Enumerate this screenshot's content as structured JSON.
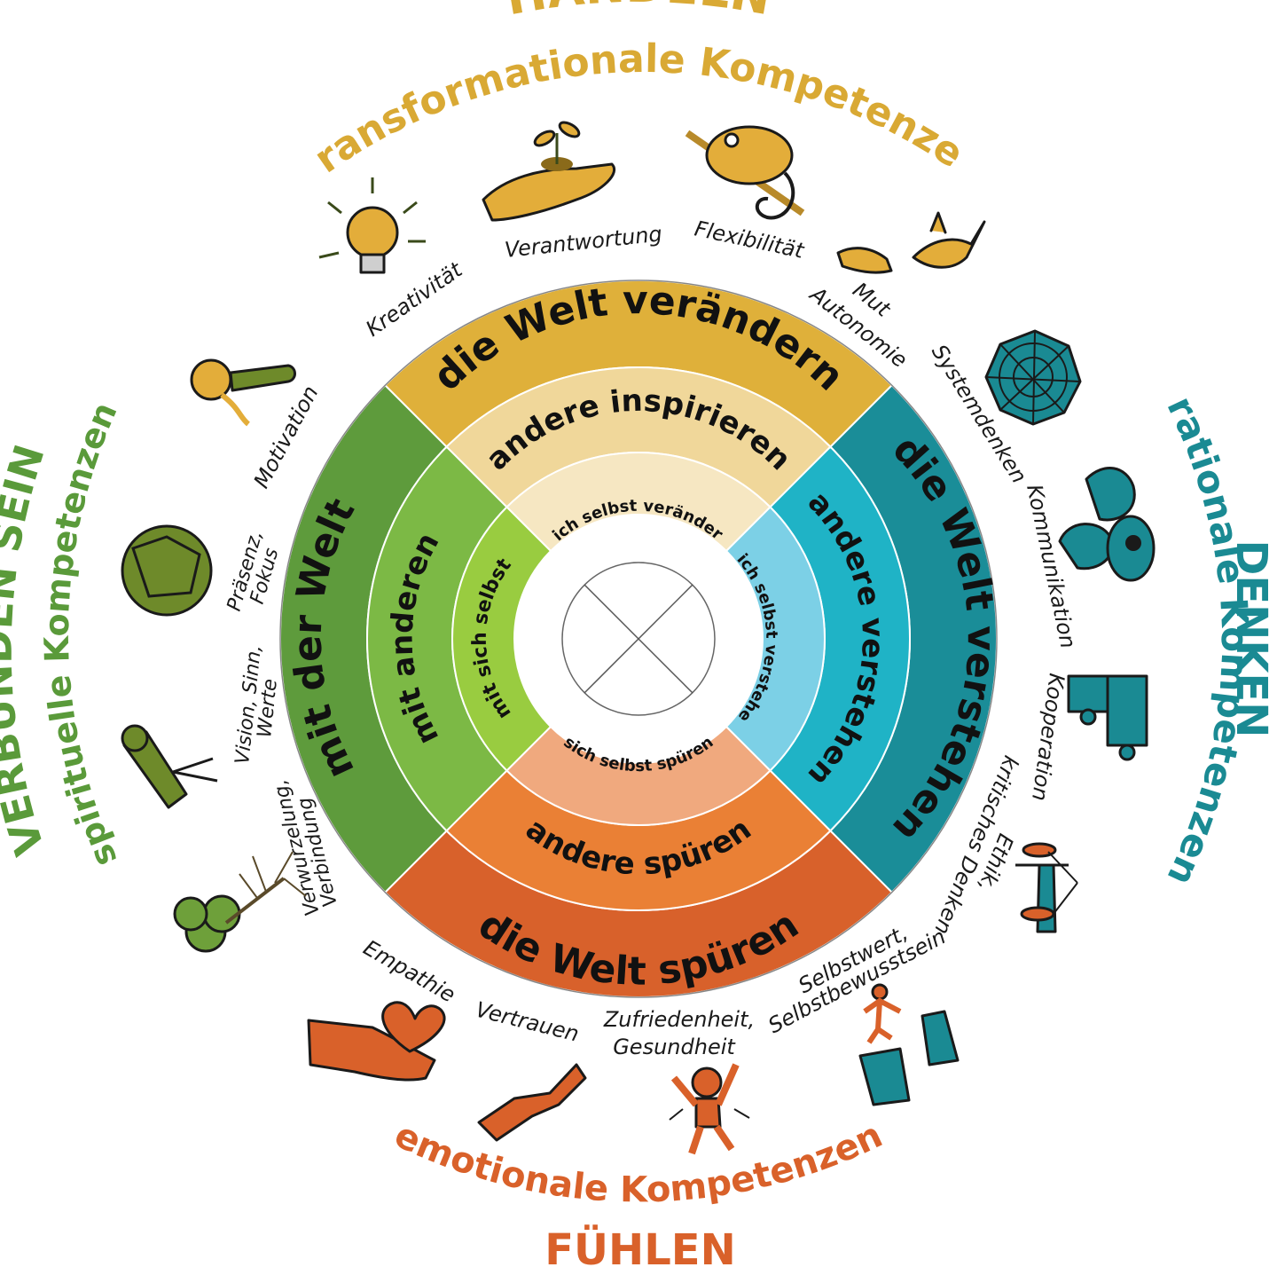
{
  "colors": {
    "handeln": "#d9a934",
    "denken": "#1a8a93",
    "fuehlen": "#d9612a",
    "verbunden": "#5a9a3a",
    "top": [
      "#dfb03a",
      "#f0d79a",
      "#f6e7c2"
    ],
    "right": [
      "#1a8d98",
      "#1fb3c6",
      "#7cd0e6"
    ],
    "bottom": [
      "#d8612b",
      "#ea8035",
      "#f0a97e"
    ],
    "left": [
      "#5e9b3c",
      "#7cb945",
      "#99cc40"
    ]
  },
  "headings": {
    "handeln_title": "HANDELN",
    "handeln_sub": "transformationale Kompetenzen",
    "denken_title": "DENKEN",
    "denken_sub": "rationale Kompetenzen",
    "fuehlen_title": "FÜHLEN",
    "fuehlen_sub": "emotionale Kompetenzen",
    "verbunden_title": "VERBUNDEN SEIN",
    "verbunden_sub": "spirituelle Kompetenzen"
  },
  "rings": {
    "top": [
      "die Welt verändern",
      "andere inspirieren",
      "sich selbst verändern"
    ],
    "right": [
      "die Welt verstehen",
      "andere verstehen",
      "sich selbst verstehen"
    ],
    "bottom": [
      "die Welt spüren",
      "andere spüren",
      "sich selbst spüren"
    ],
    "left": [
      "mit der Welt",
      "mit anderen",
      "mit sich selbst"
    ]
  },
  "competencies": {
    "kreativitaet": "Kreativität",
    "verantwortung": "Verantwortung",
    "flexibilitaet": "Flexibilität",
    "mut": "Mut",
    "autonomie": "Autonomie",
    "systemdenken": "Systemdenken",
    "kommunikation": "Kommunikation",
    "kooperation": "Kooperation",
    "kritisches_denken": "kritisches Denken",
    "ethik": "Ethik,",
    "selbstwert": "Selbstwert,",
    "selbstbewusstsein": "Selbstbewusstsein",
    "zufriedenheit": "Zufriedenheit,",
    "gesundheit": "Gesundheit",
    "vertrauen": "Vertrauen",
    "empathie": "Empathie",
    "verwurzelung": "Verwurzelung,",
    "verbindung": "Verbindung",
    "vision": "Vision, Sinn,",
    "werte": "Werte",
    "praesenz": "Präsenz,",
    "fokus": "Fokus",
    "motivation": "Motivation"
  },
  "icons": [
    "lightbulb-icon",
    "hand-with-sprout-icon",
    "chameleon-icon",
    "hand-with-bird-icon",
    "spiderweb-icon",
    "talking-heads-icon",
    "puzzle-icon",
    "scales-icon",
    "leaping-figure-icon",
    "jumping-person-icon",
    "handshake-icon",
    "hand-with-heart-icon",
    "tree-with-roots-icon",
    "telescope-icon",
    "ball-icon",
    "magnifier-icon"
  ]
}
